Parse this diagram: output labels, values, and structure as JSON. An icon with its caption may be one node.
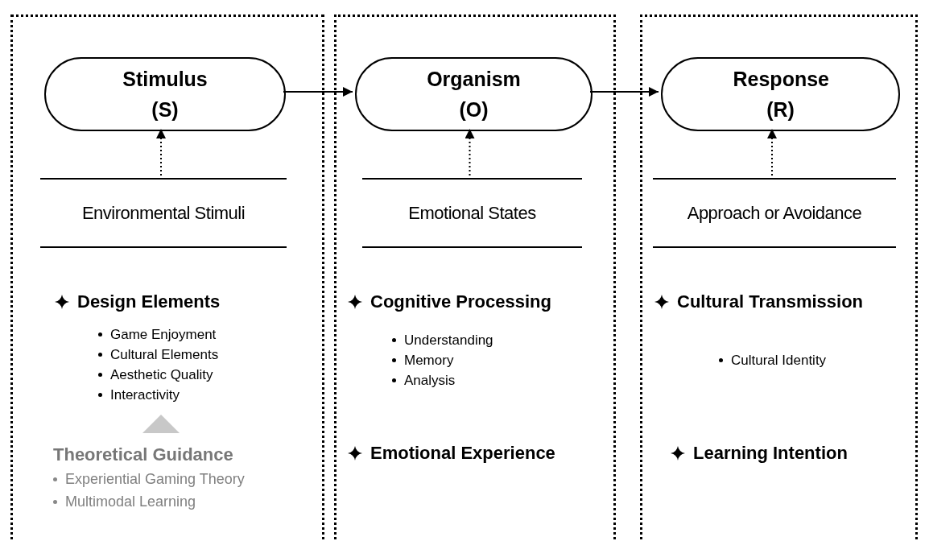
{
  "diagram": {
    "nodes": [
      {
        "text": [],
        "shape": "box"
      },
      {
        "text": [
          "Stimulus (S)"
        ],
        "in": 0
      },
      {
        "text": [
          "Environmental Stimuli"
        ],
        "in": 0
      },
      {
        "text": [],
        "shape": "box"
      },
      {
        "text": [
          "Organism (O)"
        ],
        "in": 3
      },
      {
        "text": [
          "Emotional States"
        ],
        "in": 3
      },
      {
        "text": [],
        "shape": "box"
      },
      {
        "text": [
          "Response (R)"
        ],
        "in": 6
      },
      {
        "text": [
          "Approach or Avoidance"
        ],
        "in": 6
      }
    ],
    "edges": [
      {
        "from": 1,
        "to": 4,
        "arrow": "to"
      },
      {
        "from": 4,
        "to": 7,
        "arrow": "to"
      },
      {
        "from": 2,
        "to": 1,
        "arrow": "to",
        "style": "dashed"
      },
      {
        "from": 5,
        "to": 4,
        "arrow": "to",
        "style": "dashed"
      },
      {
        "from": 8,
        "to": 7,
        "arrow": "to",
        "style": "dashed"
      }
    ],
    "labels": [
      "Design Elements",
      "Game Enjoyment",
      "Cultural Elements",
      "Aesthetic Quality",
      "Interactivity",
      "Theoretical Guidance",
      "Experiential Gaming Theory",
      "Multimodal Learning",
      "Cognitive Processing",
      "Understanding",
      "Memory",
      "Analysis",
      "Emotional Experience",
      "Cultural Transmission",
      "Cultural Identity",
      "Learning Intention"
    ]
  }
}
